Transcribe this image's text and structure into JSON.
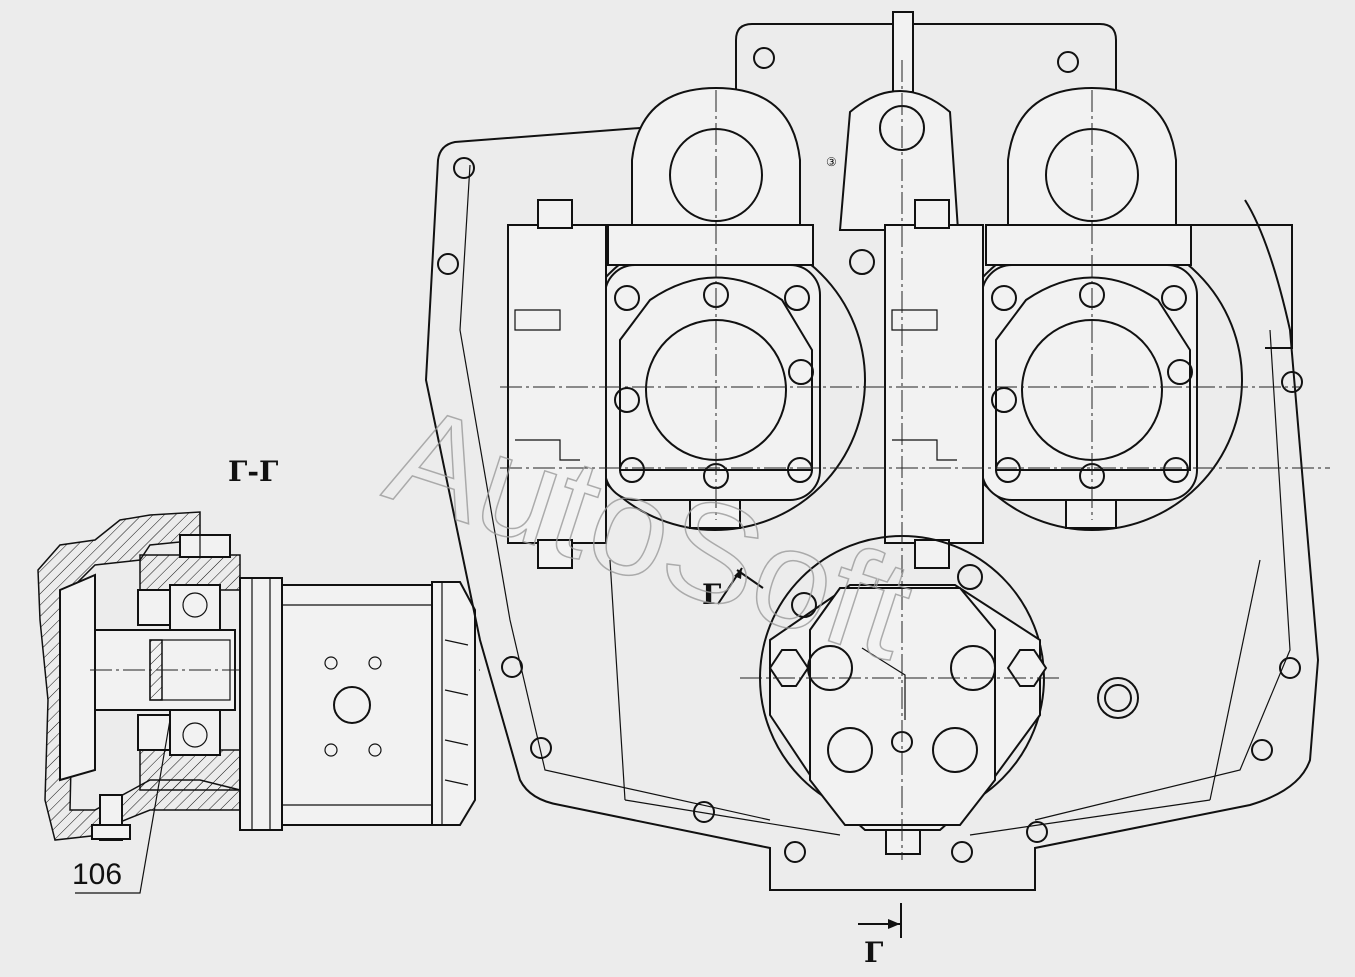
{
  "section_title": "Г-Г",
  "arrow_label_top": "Г",
  "arrow_label_bottom": "Г",
  "callout_number": "106",
  "circled_number": "③",
  "watermark": "AutoSoft",
  "colors": {
    "background": "#ececec",
    "line": "#111111",
    "watermark": "#9a9a9a"
  }
}
